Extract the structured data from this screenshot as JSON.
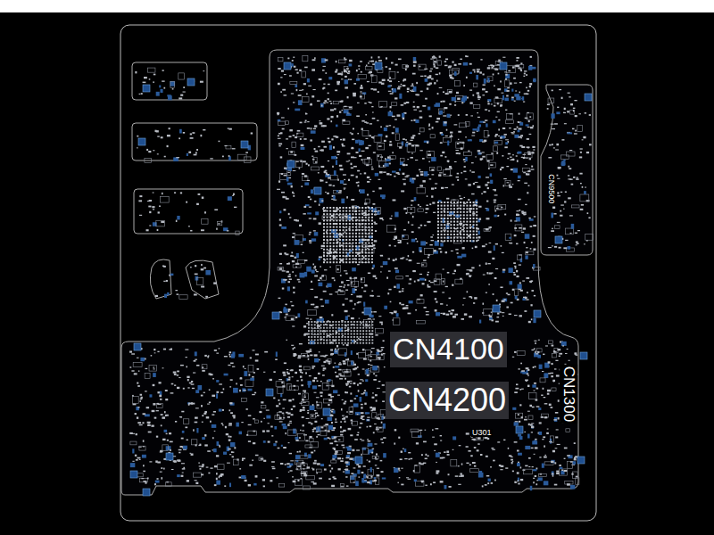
{
  "diagram": {
    "labels": [
      "CN4100",
      "CN4200",
      "CN1300",
      "CN9500",
      "U301"
    ]
  }
}
